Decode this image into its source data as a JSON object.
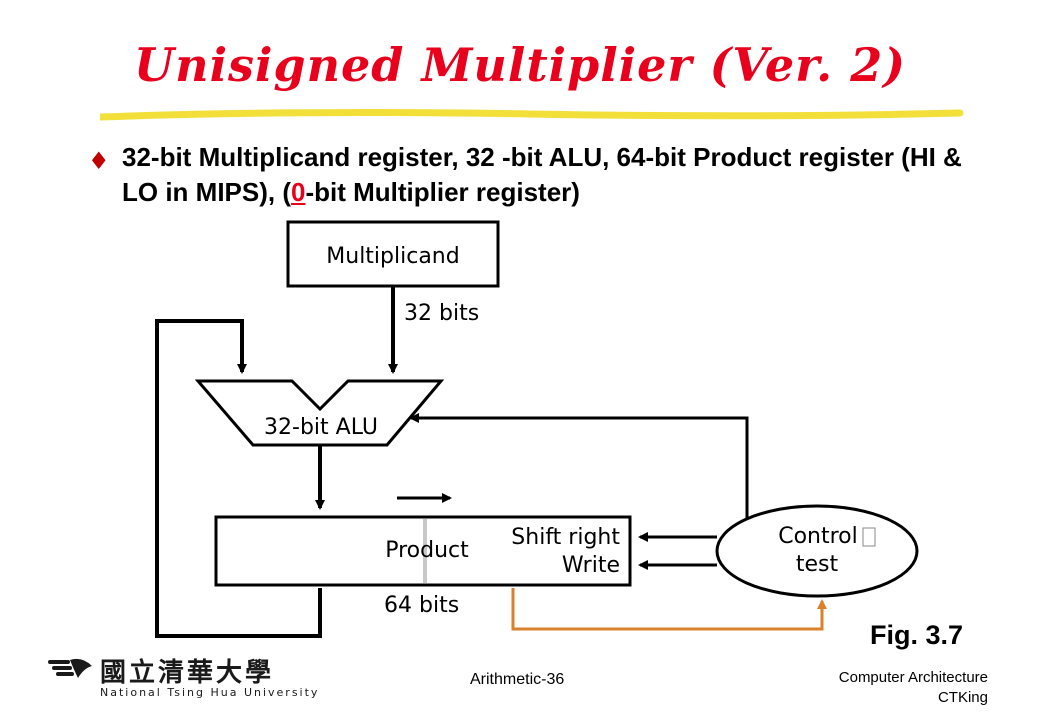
{
  "slide": {
    "title": "Unisigned Multiplier (Ver. 2)",
    "bullet_part1": "32-bit Multiplicand register, 32 -bit ALU, 64-bit Product register (HI & LO in MIPS), (",
    "bullet_highlight": "0",
    "bullet_part2": "-bit Multiplier register)",
    "figure_label": "Fig. 3.7",
    "footer_center": "Arithmetic-36",
    "footer_right_line1": "Computer Architecture",
    "footer_right_line2": "CTKing",
    "logo_chinese": "國立清華大學",
    "logo_english": "National Tsing Hua University"
  },
  "diagram": {
    "multiplicand_label": "Multiplicand",
    "multiplicand_bits": "32 bits",
    "alu_label": "32-bit ALU",
    "product_label": "Product",
    "product_bits": "64 bits",
    "control_line1": "Control",
    "control_line2": "test",
    "signal_shift": "Shift right",
    "signal_write": "Write"
  },
  "colors": {
    "title": "#e8001c",
    "orange_wire": "#d9822b",
    "divider": "#c8c8c8"
  }
}
